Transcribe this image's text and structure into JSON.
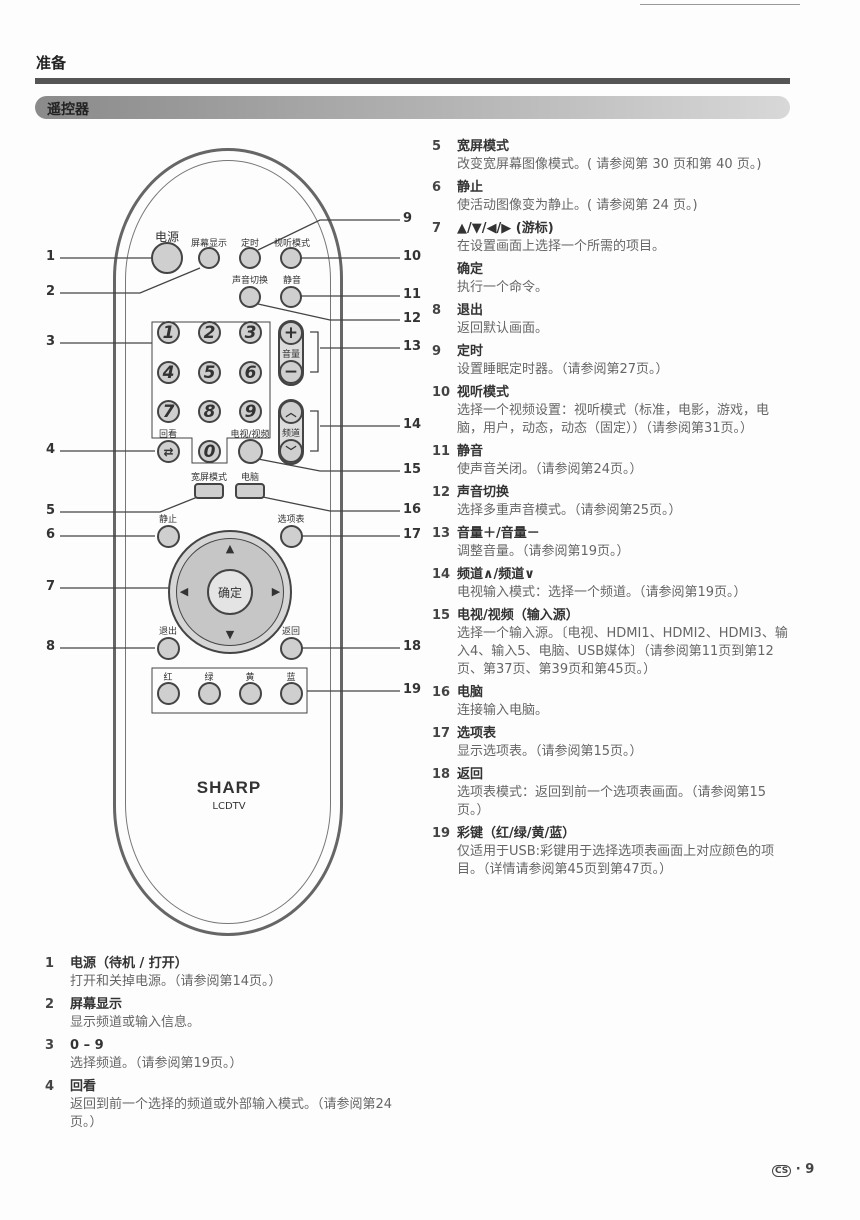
{
  "header": {
    "chapter": "准备",
    "section": "遥控器"
  },
  "remote": {
    "labels": {
      "power": "电源",
      "display": "屏幕显示",
      "sleep": "定时",
      "av_mode": "视听模式",
      "sound": "声音切换",
      "mute": "静音",
      "flashback": "回看",
      "volume": "音量",
      "channel": "频道",
      "input": "电视/视频",
      "wide": "宽屏模式",
      "pc": "电脑",
      "freeze": "静止",
      "menu": "选项表",
      "ok": "确定",
      "exit": "退出",
      "return": "返回",
      "red": "红",
      "green": "绿",
      "yellow": "黄",
      "blue": "蓝"
    },
    "digits": [
      "1",
      "2",
      "3",
      "4",
      "5",
      "6",
      "7",
      "8",
      "9",
      "0"
    ],
    "vol_plus": "+",
    "vol_minus": "−",
    "ch_up": "︿",
    "ch_down": "﹀",
    "up": "▲",
    "down": "▼",
    "left": "◀",
    "right": "▶",
    "brand": "SHARP",
    "model": "LCDTV",
    "colors": {
      "body": "#cfcfcf",
      "outline": "#444444"
    }
  },
  "callouts": {
    "left": [
      "1",
      "2",
      "3",
      "4",
      "5",
      "6",
      "7",
      "8"
    ],
    "right": [
      "9",
      "10",
      "11",
      "12",
      "13",
      "14",
      "15",
      "16",
      "17",
      "18",
      "19"
    ]
  },
  "items_left": [
    {
      "n": "1",
      "title": "电源（待机 / 打开）",
      "desc": "打开和关掉电源。（请参阅第14页。）"
    },
    {
      "n": "2",
      "title": "屏幕显示",
      "desc": "显示频道或输入信息。"
    },
    {
      "n": "3",
      "title": "0 – 9",
      "desc": "选择频道。（请参阅第19页。）"
    },
    {
      "n": "4",
      "title": "回看",
      "desc": "返回到前一个选择的频道或外部输入模式。（请参阅第24页。）"
    }
  ],
  "items_right": [
    {
      "n": "5",
      "title": "宽屏模式",
      "desc": "改变宽屏幕图像模式。( 请参阅第 30 页和第 40 页。)"
    },
    {
      "n": "6",
      "title": "静止",
      "desc": "使活动图像变为静止。( 请参阅第 24 页。)"
    },
    {
      "n": "7",
      "title": "▲/▼/◀/▶ (游标)",
      "desc": "在设置画面上选择一个所需的项目。"
    },
    {
      "n": "",
      "title": "确定",
      "desc": "执行一个命令。"
    },
    {
      "n": "8",
      "title": "退出",
      "desc": "返回默认画面。"
    },
    {
      "n": "9",
      "title": "定时",
      "desc": "设置睡眠定时器。（请参阅第27页。）"
    },
    {
      "n": "10",
      "title": "视听模式",
      "desc": "选择一个视频设置：视听模式（标准，电影，游戏，电脑，用户，动态，动态（固定））（请参阅第31页。）"
    },
    {
      "n": "11",
      "title": "静音",
      "desc": "使声音关闭。（请参阅第24页。）"
    },
    {
      "n": "12",
      "title": "声音切换",
      "desc": "选择多重声音模式。（请参阅第25页。）"
    },
    {
      "n": "13",
      "title": "音量＋/音量－",
      "desc": "调整音量。（请参阅第19页。）"
    },
    {
      "n": "14",
      "title": "频道∧/频道∨",
      "desc": "电视输入模式：选择一个频道。（请参阅第19页。）"
    },
    {
      "n": "15",
      "title": "电视/视频（输入源）",
      "desc": "选择一个输入源。〔电视、HDMI1、HDMI2、HDMI3、输入4、输入5、电脑、USB媒体〕（请参阅第11页到第12页、第37页、第39页和第45页。）"
    },
    {
      "n": "16",
      "title": "电脑",
      "desc": "连接输入电脑。"
    },
    {
      "n": "17",
      "title": "选项表",
      "desc": "显示选项表。（请参阅第15页。）"
    },
    {
      "n": "18",
      "title": "返回",
      "desc": "选项表模式：返回到前一个选项表画面。（请参阅第15页。）"
    },
    {
      "n": "19",
      "title": "彩键（红/绿/黄/蓝）",
      "desc": "仅适用于USB:彩键用于选择选项表画面上对应颜色的项目。（详情请参阅第45页到第47页。）"
    }
  ],
  "footer": {
    "lang": "CS",
    "page": "9"
  }
}
